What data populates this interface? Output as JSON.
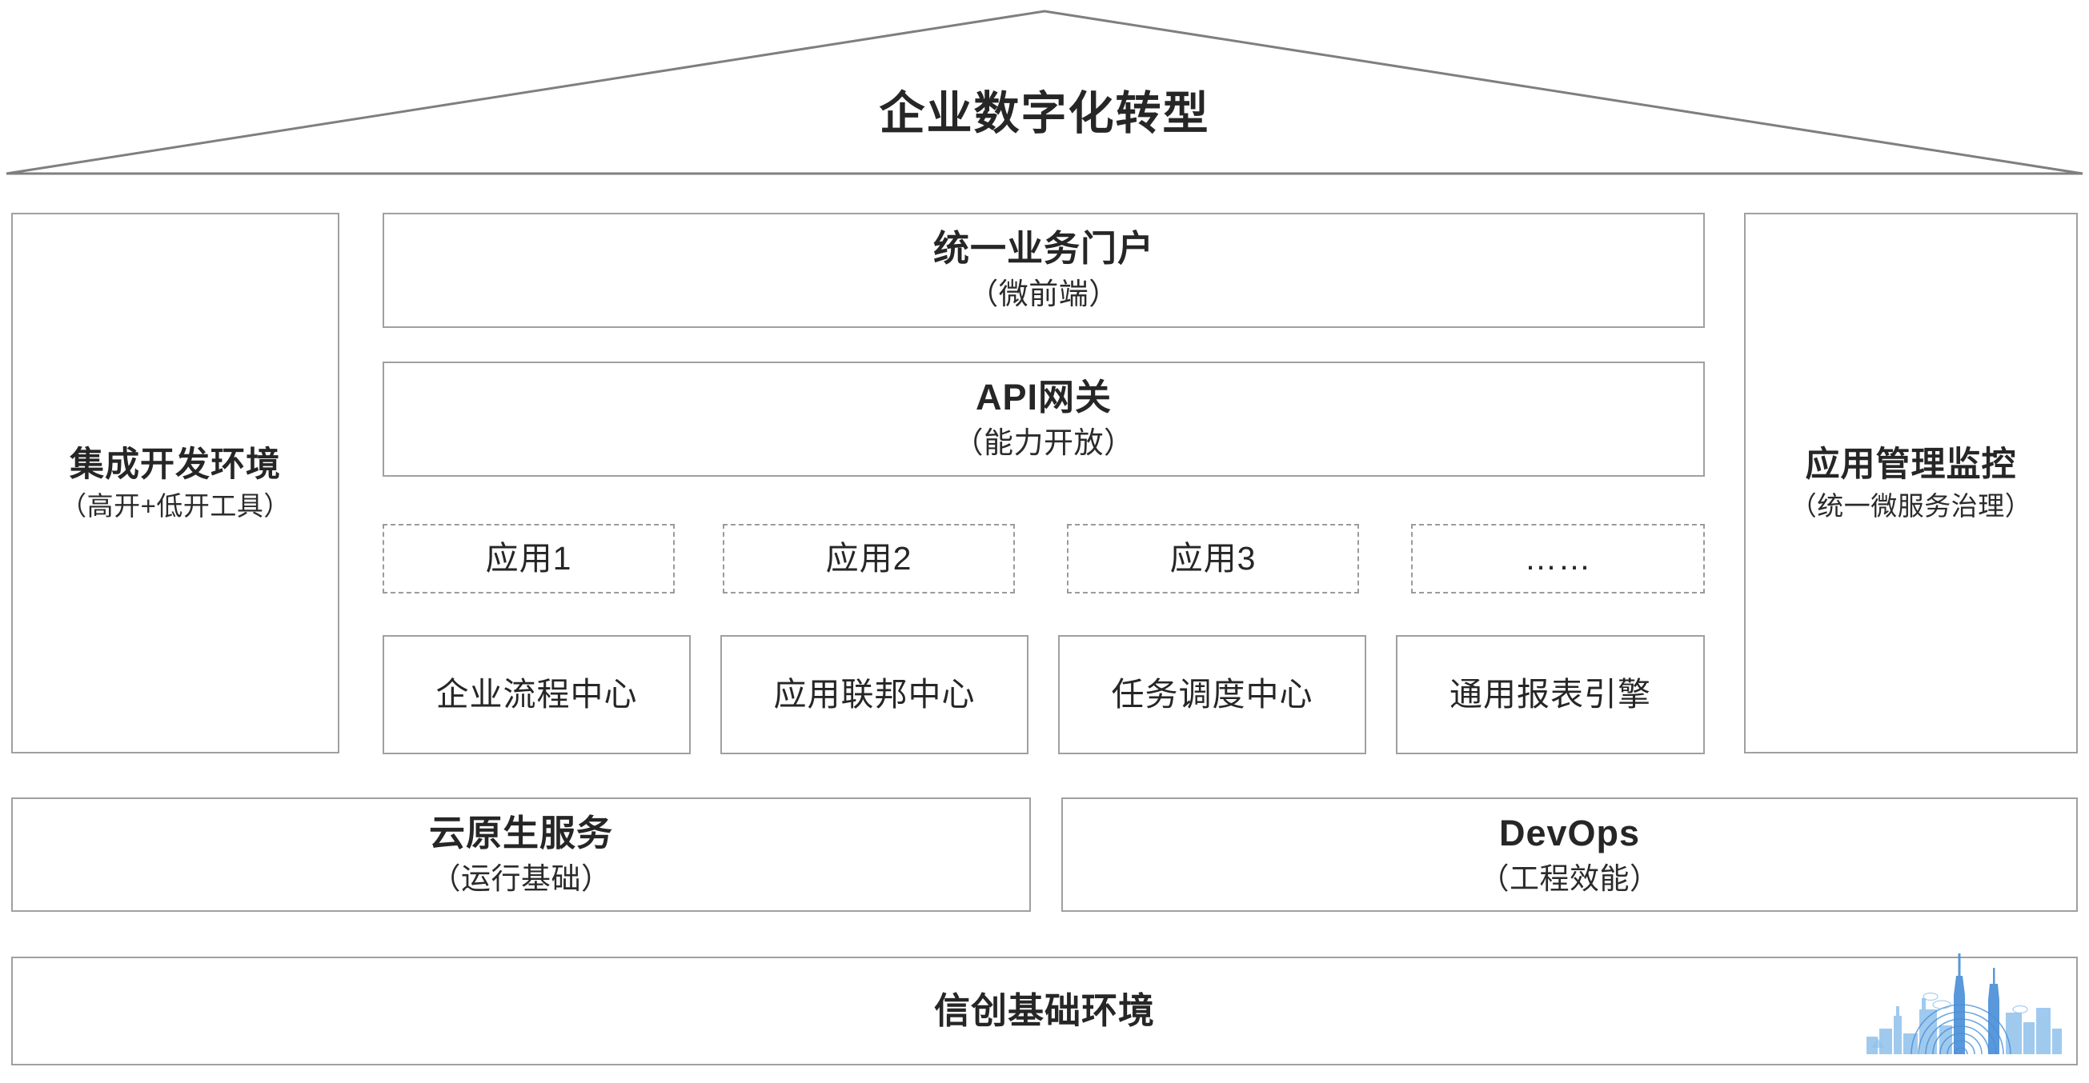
{
  "diagram": {
    "title": "企业数字化转型",
    "left_pillar": {
      "title": "集成开发环境",
      "subtitle": "（高开+低开工具）"
    },
    "right_pillar": {
      "title": "应用管理监控",
      "subtitle": "（统一微服务治理）"
    },
    "center": {
      "portal": {
        "title": "统一业务门户",
        "subtitle": "（微前端）"
      },
      "gateway": {
        "title": "API网关",
        "subtitle": "（能力开放）"
      },
      "apps": [
        {
          "label": "应用1"
        },
        {
          "label": "应用2"
        },
        {
          "label": "应用3"
        },
        {
          "label": "……"
        }
      ],
      "capabilities": [
        {
          "label": "企业流程中心"
        },
        {
          "label": "应用联邦中心"
        },
        {
          "label": "任务调度中心"
        },
        {
          "label": "通用报表引擎"
        }
      ]
    },
    "platform": [
      {
        "title": "云原生服务",
        "subtitle": "（运行基础）"
      },
      {
        "title": "DevOps",
        "subtitle": "（工程效能）"
      }
    ],
    "foundation": {
      "title": "信创基础环境"
    },
    "colors": {
      "border": "#a0a0a0",
      "dashed_border": "#9b9b9b",
      "text": "#262626",
      "watermark_blue": "#4a90d9",
      "watermark_blue_light": "#8fc1ec"
    },
    "watermark": {
      "name": "city-skyline-fingerprint-watermark"
    }
  }
}
